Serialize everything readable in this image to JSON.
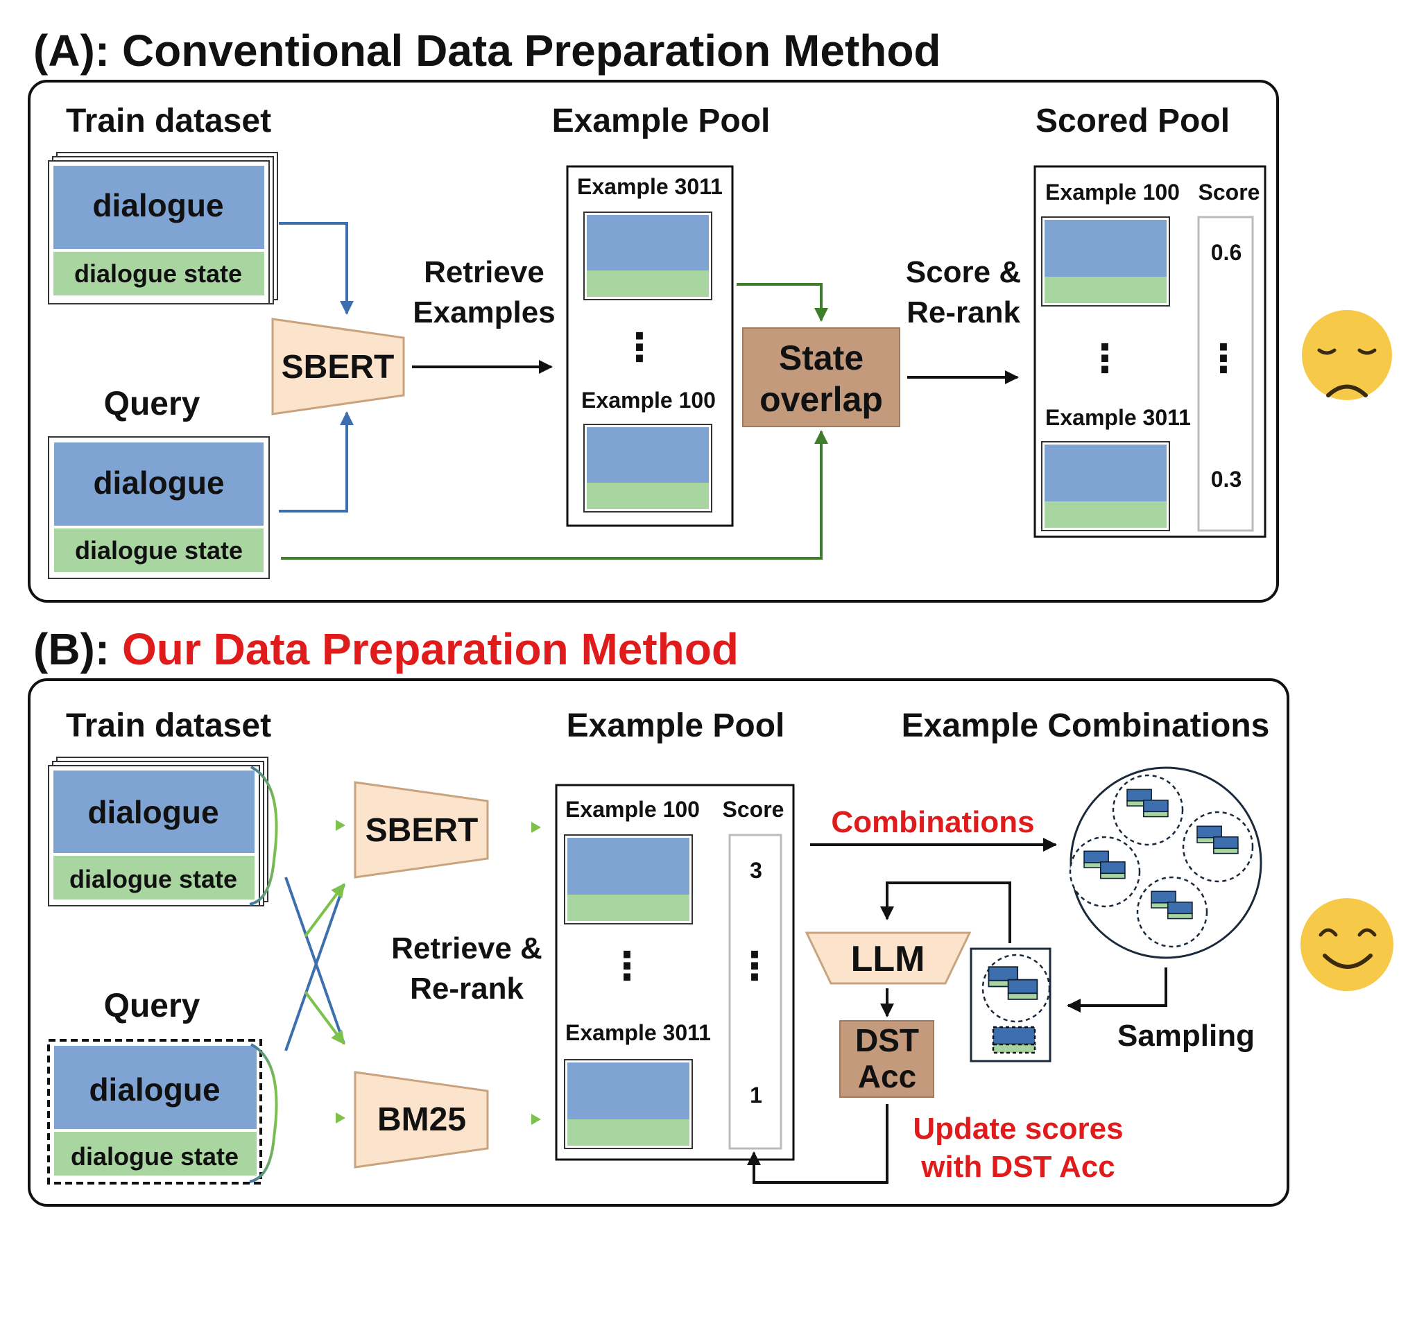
{
  "colors": {
    "dialogue": "#7fa3d3",
    "state": "#a9d5a0",
    "encoder": "#fbe3cc",
    "encoder_stroke": "#c9a37e",
    "overlap": "#c49a7d",
    "blue_arrow": "#3d6ead",
    "green_arrow": "#3e7d2a",
    "light_green": "#7cc24a",
    "red": "#e01b1b",
    "sad_face": "#f7c948",
    "happy_face": "#f7c948"
  },
  "panel_a": {
    "heading": "(A): Conventional Data Preparation Method",
    "train_title": "Train dataset",
    "train_dialogue": "dialogue",
    "train_state": "dialogue state",
    "query_title": "Query",
    "query_dialogue": "dialogue",
    "query_state": "dialogue state",
    "encoder": "SBERT",
    "retrieve_line1": "Retrieve",
    "retrieve_line2": "Examples",
    "pool_title": "Example Pool",
    "pool_top": "Example 3011",
    "pool_bottom": "Example 100",
    "overlap_line1": "State",
    "overlap_line2": "overlap",
    "score_line1": "Score &",
    "score_line2": "Re-rank",
    "scored_title": "Scored Pool",
    "scored_top": "Example 100",
    "scored_header": "Score",
    "scored_bottom": "Example 3011",
    "score_top": "0.6",
    "score_bottom": "0.3",
    "ellipsis": "⋮",
    "face": "sad-face-icon"
  },
  "panel_b": {
    "heading_prefix": "(B): ",
    "heading_highlight": "Our Data Preparation Method",
    "train_title": "Train dataset",
    "train_dialogue": "dialogue",
    "train_state": "dialogue state",
    "query_title": "Query",
    "query_dialogue": "dialogue",
    "query_state": "dialogue state",
    "encoder_top": "SBERT",
    "encoder_bottom": "BM25",
    "retrieve_line1": "Retrieve &",
    "retrieve_line2": "Re-rank",
    "pool_title": "Example Pool",
    "pool_top": "Example 100",
    "pool_header": "Score",
    "pool_bottom": "Example 3011",
    "score_top": "3",
    "score_bottom": "1",
    "combinations_label": "Combinations",
    "combinations_title": "Example Combinations",
    "llm": "LLM",
    "dst_line1": "DST",
    "dst_line2": "Acc",
    "sampling": "Sampling",
    "update_line1": "Update scores",
    "update_line2": "with DST Acc",
    "ellipsis": "⋮",
    "face": "happy-face-icon"
  }
}
